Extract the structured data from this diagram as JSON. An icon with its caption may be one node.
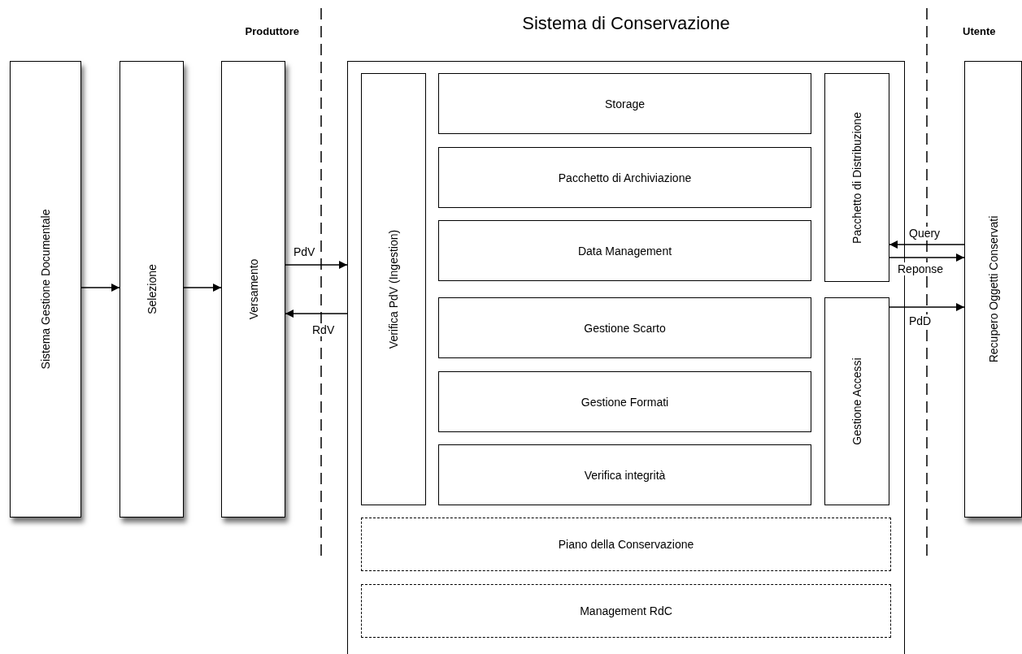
{
  "diagram": {
    "nodes": [
      {
        "text": [
          "Sistema Gestione Documentale"
        ]
      },
      {
        "text": [
          "Selezione"
        ]
      },
      {
        "text": [
          "Versamento"
        ]
      },
      {
        "text": [
          "Sistema di Conservazione"
        ]
      },
      {
        "text": [
          "Verifica PdV (Ingestion)"
        ],
        "in": 3
      },
      {
        "text": [
          "Storage"
        ],
        "in": 3
      },
      {
        "text": [
          "Pacchetto di Archiviazione"
        ],
        "in": 3
      },
      {
        "text": [
          "Data Management"
        ],
        "in": 3
      },
      {
        "text": [
          "Gestione Scarto"
        ],
        "in": 3
      },
      {
        "text": [
          "Gestione Formati"
        ],
        "in": 3
      },
      {
        "text": [
          "Verifica integrità"
        ],
        "in": 3
      },
      {
        "text": [
          "Pacchetto di Distribuzione"
        ],
        "in": 3
      },
      {
        "text": [
          "Gestione Accessi"
        ],
        "in": 3
      },
      {
        "text": [
          "Piano della Conservazione"
        ],
        "in": 3
      },
      {
        "text": [
          "Management RdC"
        ],
        "in": 3
      },
      {
        "text": [
          "Recupero Oggetti Conservati"
        ]
      }
    ],
    "edges": [
      {
        "from": 0,
        "to": 1,
        "arrow": "to"
      },
      {
        "from": 1,
        "to": 2,
        "arrow": "to"
      },
      {
        "from": 2,
        "to": 3,
        "arrow": "to",
        "label": "PdV"
      },
      {
        "from": 3,
        "to": 2,
        "arrow": "to",
        "label": "RdV"
      },
      {
        "from": 15,
        "to": 11,
        "arrow": "to",
        "label": "Query"
      },
      {
        "from": 11,
        "to": 15,
        "arrow": "to",
        "label": "Reponse"
      },
      {
        "from": 12,
        "to": 15,
        "arrow": "to",
        "label": "PdD"
      }
    ],
    "labels": [
      "Produttore",
      "Utente"
    ]
  }
}
